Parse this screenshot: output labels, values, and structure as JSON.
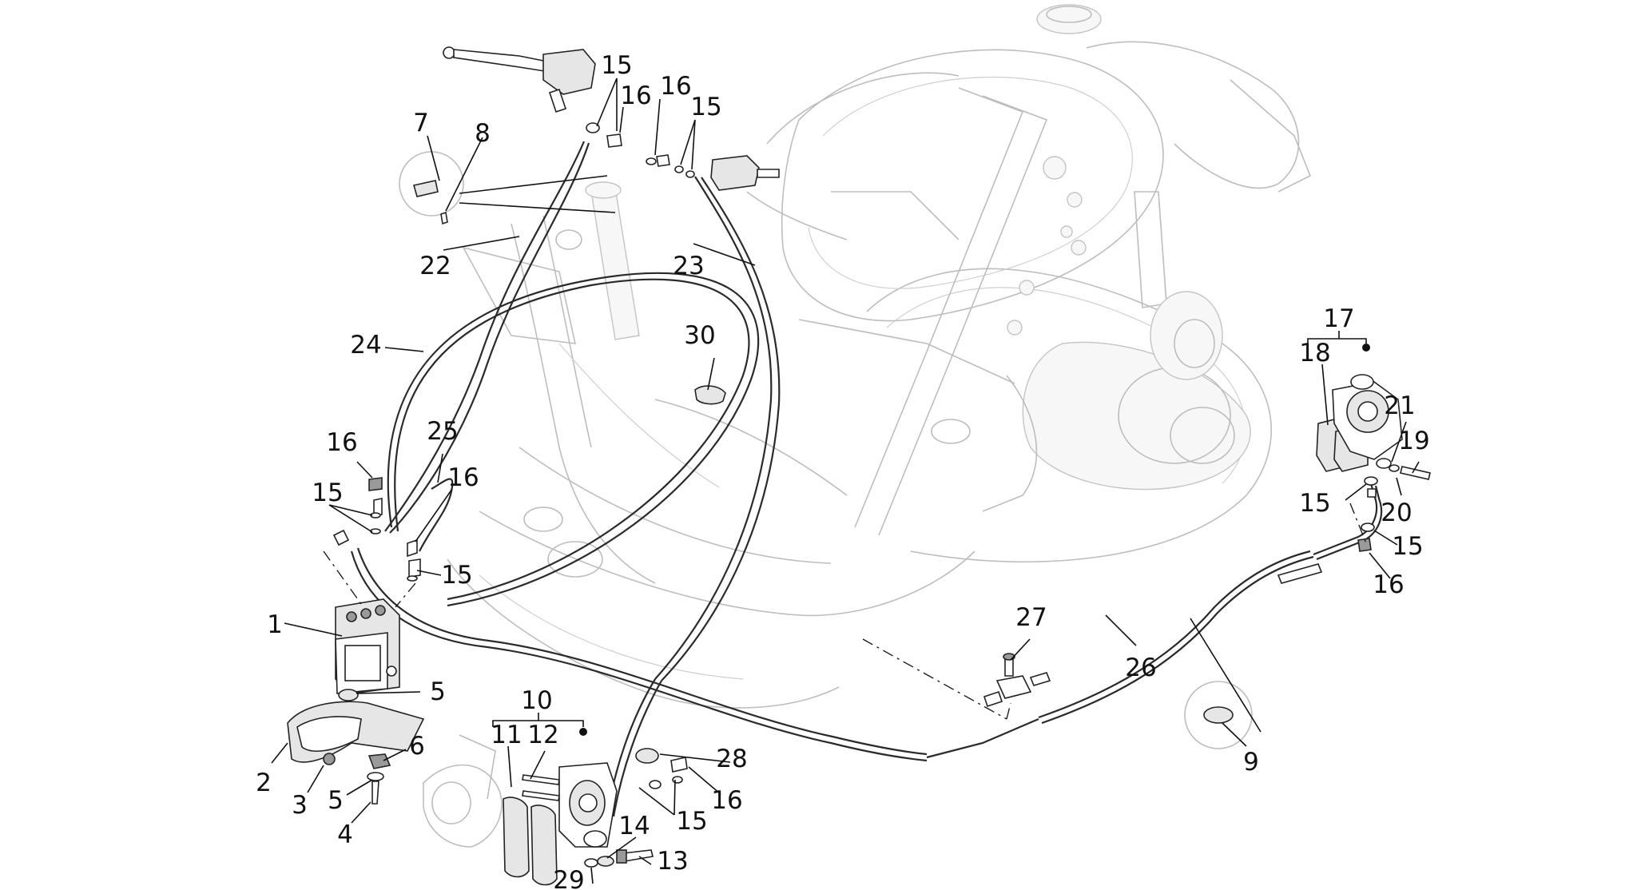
{
  "diagram": {
    "labels": [
      {
        "id": "1",
        "text": "1"
      },
      {
        "id": "2",
        "text": "2"
      },
      {
        "id": "3",
        "text": "3"
      },
      {
        "id": "4",
        "text": "4"
      },
      {
        "id": "5a",
        "text": "5"
      },
      {
        "id": "5b",
        "text": "5"
      },
      {
        "id": "6",
        "text": "6"
      },
      {
        "id": "7",
        "text": "7"
      },
      {
        "id": "8",
        "text": "8"
      },
      {
        "id": "9",
        "text": "9"
      },
      {
        "id": "10",
        "text": "10"
      },
      {
        "id": "11",
        "text": "11"
      },
      {
        "id": "12",
        "text": "12"
      },
      {
        "id": "13",
        "text": "13"
      },
      {
        "id": "14",
        "text": "14"
      },
      {
        "id": "15a",
        "text": "15"
      },
      {
        "id": "15b",
        "text": "15"
      },
      {
        "id": "15c",
        "text": "15"
      },
      {
        "id": "15d",
        "text": "15"
      },
      {
        "id": "15e",
        "text": "15"
      },
      {
        "id": "15f",
        "text": "15"
      },
      {
        "id": "15g",
        "text": "15"
      },
      {
        "id": "16a",
        "text": "16"
      },
      {
        "id": "16b",
        "text": "16"
      },
      {
        "id": "16c",
        "text": "16"
      },
      {
        "id": "16d",
        "text": "16"
      },
      {
        "id": "16e",
        "text": "16"
      },
      {
        "id": "16f",
        "text": "16"
      },
      {
        "id": "17",
        "text": "17"
      },
      {
        "id": "18",
        "text": "18"
      },
      {
        "id": "19",
        "text": "19"
      },
      {
        "id": "20",
        "text": "20"
      },
      {
        "id": "21",
        "text": "21"
      },
      {
        "id": "22",
        "text": "22"
      },
      {
        "id": "23",
        "text": "23"
      },
      {
        "id": "24",
        "text": "24"
      },
      {
        "id": "25",
        "text": "25"
      },
      {
        "id": "26",
        "text": "26"
      },
      {
        "id": "27",
        "text": "27"
      },
      {
        "id": "28",
        "text": "28"
      },
      {
        "id": "29",
        "text": "29"
      },
      {
        "id": "30",
        "text": "30"
      }
    ]
  }
}
